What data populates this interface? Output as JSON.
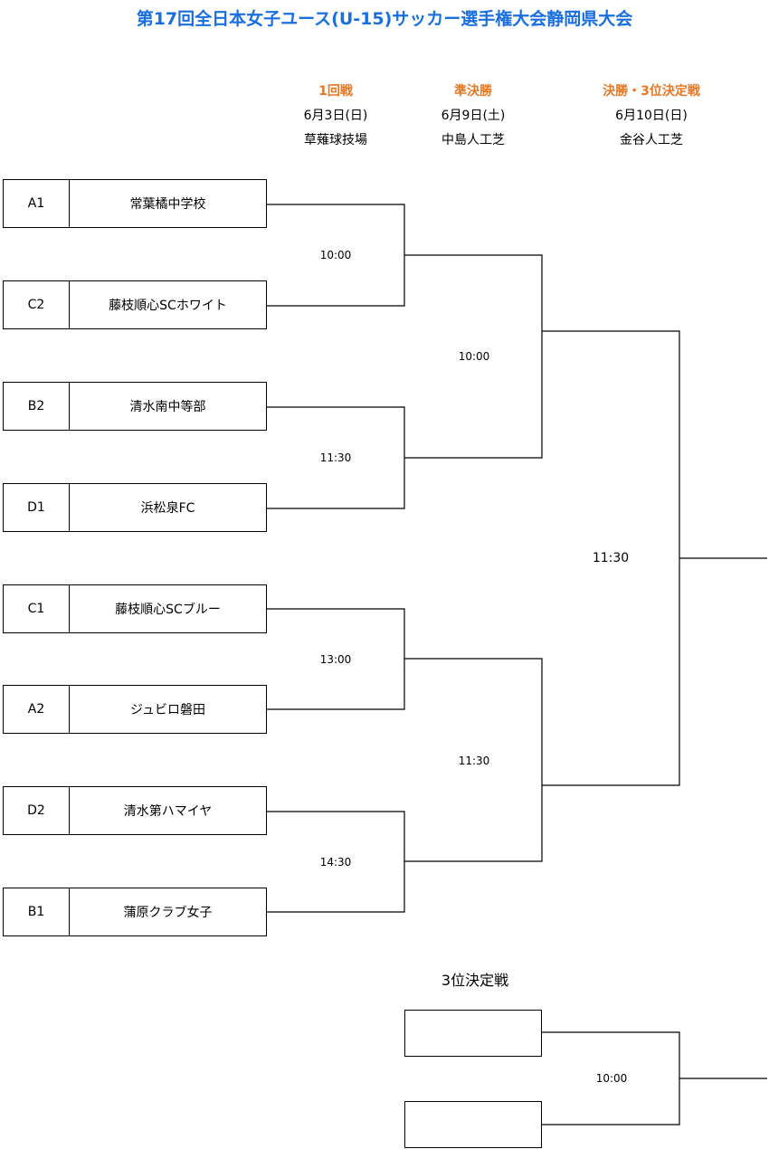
{
  "title": "第17回全日本女子ユース(U-15)サッカー選手権大会静岡県大会",
  "rounds": [
    {
      "name": "1回戦",
      "date": "6月3日(日)",
      "venue": "草薙球技場"
    },
    {
      "name": "準決勝",
      "date": "6月9日(土)",
      "venue": "中島人工芝"
    },
    {
      "name": "決勝・3位決定戦",
      "date": "6月10日(日)",
      "venue": "金谷人工芝"
    }
  ],
  "teams": [
    {
      "seed": "A1",
      "name": "常葉橘中学校"
    },
    {
      "seed": "C2",
      "name": "藤枝順心SCホワイト"
    },
    {
      "seed": "B2",
      "name": "清水南中等部"
    },
    {
      "seed": "D1",
      "name": "浜松泉FC"
    },
    {
      "seed": "C1",
      "name": "藤枝順心SCブルー"
    },
    {
      "seed": "A2",
      "name": "ジュビロ磐田"
    },
    {
      "seed": "D2",
      "name": "清水第ハマイヤ"
    },
    {
      "seed": "B1",
      "name": "蒲原クラブ女子"
    }
  ],
  "times": {
    "r1_m1": "10:00",
    "r1_m2": "11:30",
    "r1_m3": "13:00",
    "r1_m4": "14:30",
    "sf_m1": "10:00",
    "sf_m2": "11:30",
    "final": "11:30",
    "third": "10:00"
  },
  "third_place": {
    "label": "3位決定戦"
  },
  "colors": {
    "title": "#1a6fe0",
    "round_name": "#e87722"
  }
}
